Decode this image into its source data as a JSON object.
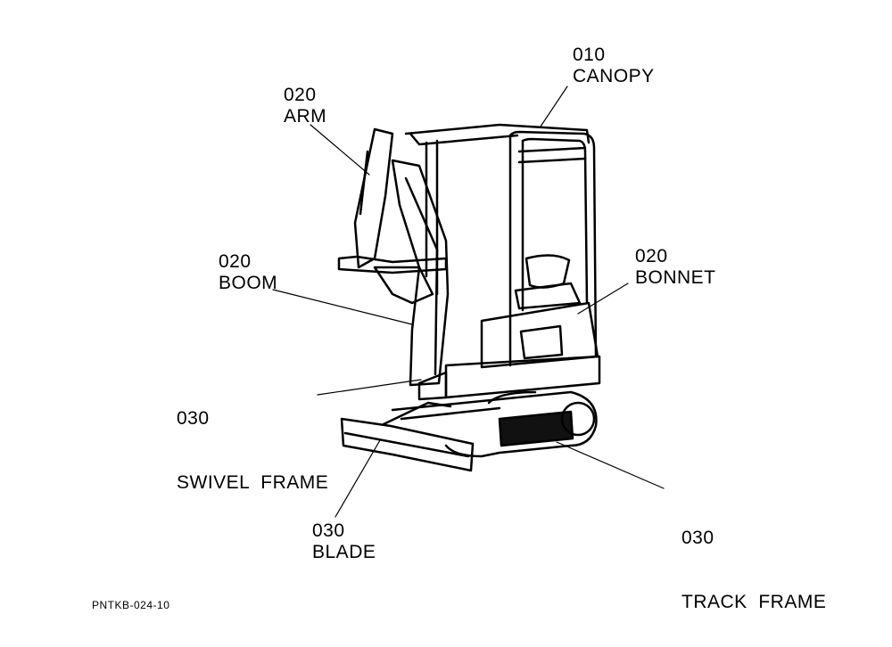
{
  "labels": {
    "canopy": {
      "code": "010",
      "name": "CANOPY"
    },
    "arm": {
      "code": "020",
      "name": "ARM"
    },
    "boom": {
      "code": "020",
      "name": "BOOM"
    },
    "bonnet": {
      "code": "020",
      "name": "BONNET"
    },
    "swivel_frame": {
      "code": "030",
      "name": "SWIVEL  FRAME"
    },
    "track_frame": {
      "code": "030",
      "name": "TRACK  FRAME"
    },
    "blade": {
      "code": "030",
      "name": "BLADE"
    }
  },
  "drawing_code": "PNTKB-024-10"
}
